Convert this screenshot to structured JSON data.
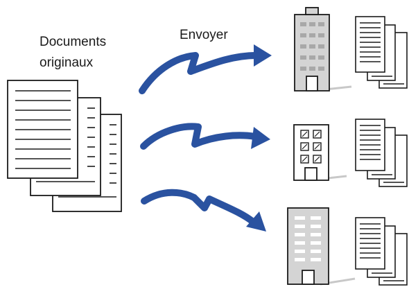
{
  "labels": {
    "original_documents_line1": "Documents",
    "original_documents_line2": "originaux",
    "send": "Envoyer"
  },
  "colors": {
    "arrow": "#2a52a0",
    "outline": "#1a1a1a",
    "building_gray": "#d4d4d4",
    "paper": "#ffffff",
    "shadow": "#c8c8c8"
  },
  "icons": {
    "source_documents": "document-stack-icon",
    "send_arrows": "send-arrow-icon",
    "destinations": [
      "office-tower-icon",
      "small-office-building-icon",
      "gray-office-building-icon"
    ],
    "received_documents": "document-stack-icon"
  }
}
